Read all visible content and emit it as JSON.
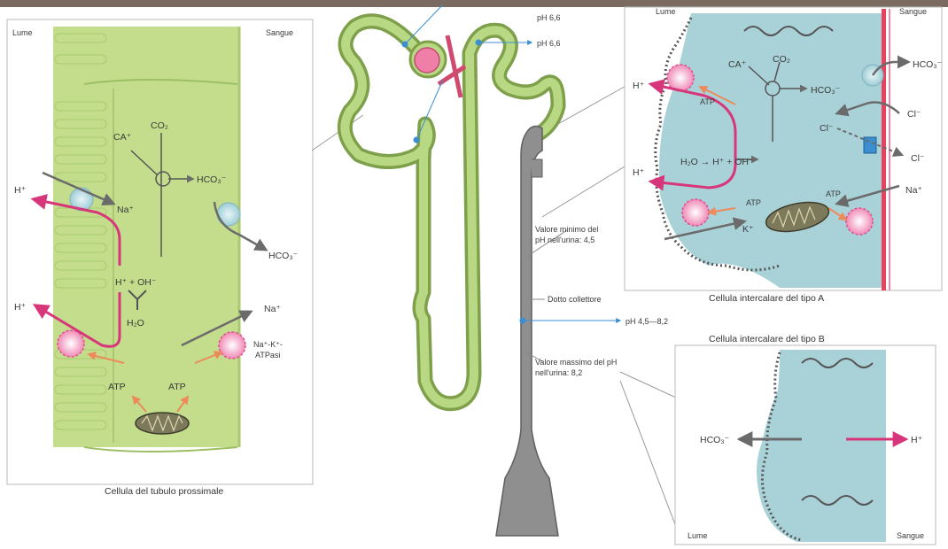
{
  "colors": {
    "cell_green": "#b5d67a",
    "cell_green_light": "#cfe4a0",
    "intercalated_blue": "#a9d2d8",
    "tubule_green": "#9fc36a",
    "collecting_duct": "#8e8e8e",
    "h_arrow": "#d8367a",
    "gray_arrow": "#6b6b6b",
    "atp_arrow": "#ee8a5a",
    "pump": "#f4a8c8",
    "blood_line": "#e8435e",
    "ph_marker": "#3b8fd0"
  },
  "proximal_cell": {
    "lumen_label": "Lume",
    "blood_label": "Sangue",
    "caption": "Cellula del tubulo prossimale",
    "labels": {
      "ca": "CA⁺",
      "co2": "CO₂",
      "hco3_inside": "HCO₃⁻",
      "hco3_out": "HCO₃⁻",
      "h_out_top": "H⁺",
      "na_in": "Na⁺",
      "h_oh": "H⁺ + OH⁻",
      "h2o": "H₂O",
      "h_out_bottom": "H⁺",
      "na_blood": "Na⁺",
      "pump_label": "Na⁺-K⁺-",
      "pump_label2": "ATPasi",
      "atp_left": "ATP",
      "atp_right": "ATP"
    }
  },
  "nephron": {
    "ph_top_partial": "pH 6,6",
    "ph_mid": "pH 6,6",
    "min_ph_line1": "Valore minimo del",
    "min_ph_line2": "pH nell'urina: 4,5",
    "collecting_duct_label": "Dotto collettore",
    "ph_range": "pH 4,5—8,2",
    "max_ph_line1": "Valore massimo del pH",
    "max_ph_line2": "nell'urina: 8,2"
  },
  "type_a_cell": {
    "lumen_label": "Lume",
    "blood_label": "Sangue",
    "caption": "Cellula intercalare del tipo A",
    "labels": {
      "ca": "CA⁺",
      "co2": "CO₂",
      "hco3_inside": "HCO₃⁻",
      "hco3_out": "HCO₃⁻",
      "cl_out": "Cl⁻",
      "cl_in": "Cl⁻",
      "cl_exit": "Cl⁻",
      "h_top": "H⁺",
      "h_bottom": "H⁺",
      "h2o_eq": "H₂O → H⁺ + OH⁻",
      "atp_1": "ATP",
      "atp_2": "ATP",
      "atp_3": "ATP",
      "k": "K⁺",
      "na": "Na⁺"
    }
  },
  "type_b_cell": {
    "title": "Cellula intercalare del tipo B",
    "lumen_label": "Lume",
    "blood_label": "Sangue",
    "hco3": "HCO₃⁻",
    "h": "H⁺"
  }
}
